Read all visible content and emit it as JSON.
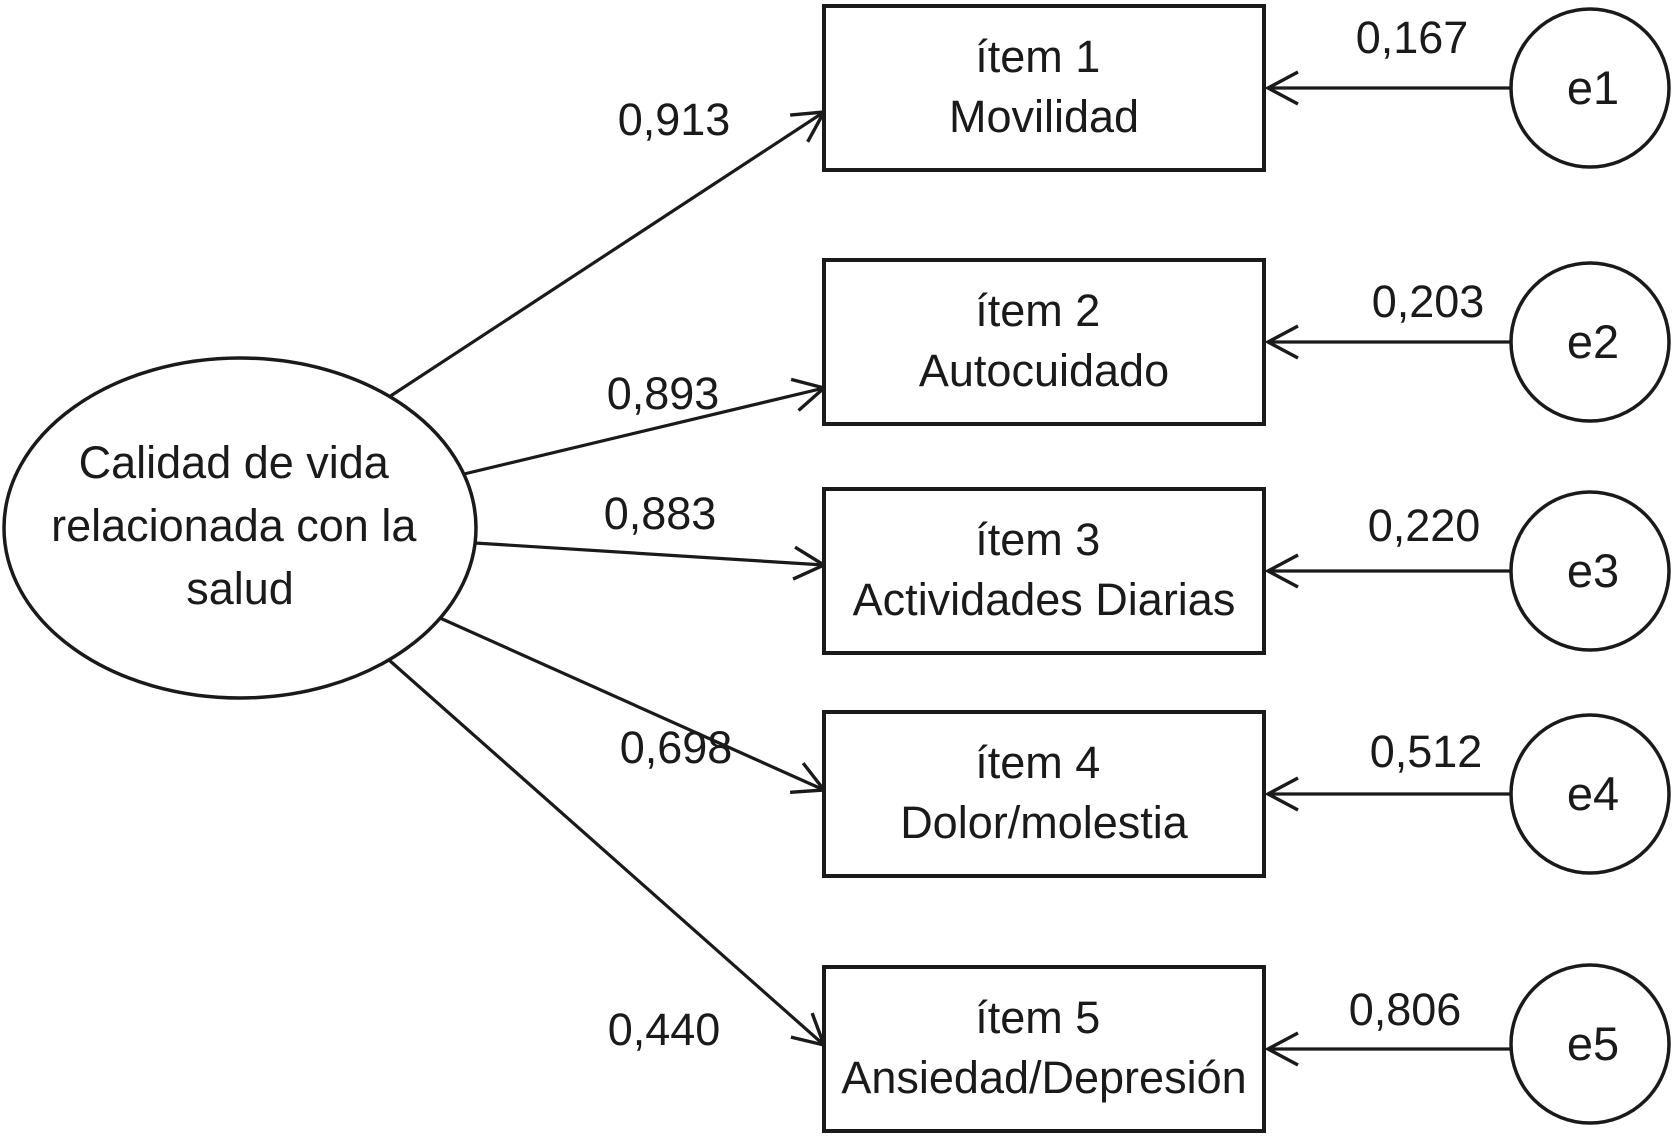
{
  "diagram": {
    "type": "confirmatory-factor-analysis-path-diagram",
    "latent": {
      "label": "Calidad de vida relacionada con la salud",
      "lines": [
        "Calidad de vida",
        "relacionada con la",
        "salud"
      ]
    },
    "items": [
      {
        "title": "ítem 1",
        "subtitle": "Movilidad",
        "loading": "0,913",
        "error_id": "e1",
        "error_value": "0,167"
      },
      {
        "title": "ítem 2",
        "subtitle": "Autocuidado",
        "loading": "0,893",
        "error_id": "e2",
        "error_value": "0,203"
      },
      {
        "title": "ítem 3",
        "subtitle": "Actividades Diarias",
        "loading": "0,883",
        "error_id": "e3",
        "error_value": "0,220"
      },
      {
        "title": "ítem 4",
        "subtitle": "Dolor/molestia",
        "loading": "0,698",
        "error_id": "e4",
        "error_value": "0,512"
      },
      {
        "title": "ítem 5",
        "subtitle": "Ansiedad/Depresión",
        "loading": "0,440",
        "error_id": "e5",
        "error_value": "0,806"
      }
    ],
    "colors": {
      "line": "#1a1a1a",
      "text": "#1a1a1a",
      "background": "#ffffff"
    }
  }
}
